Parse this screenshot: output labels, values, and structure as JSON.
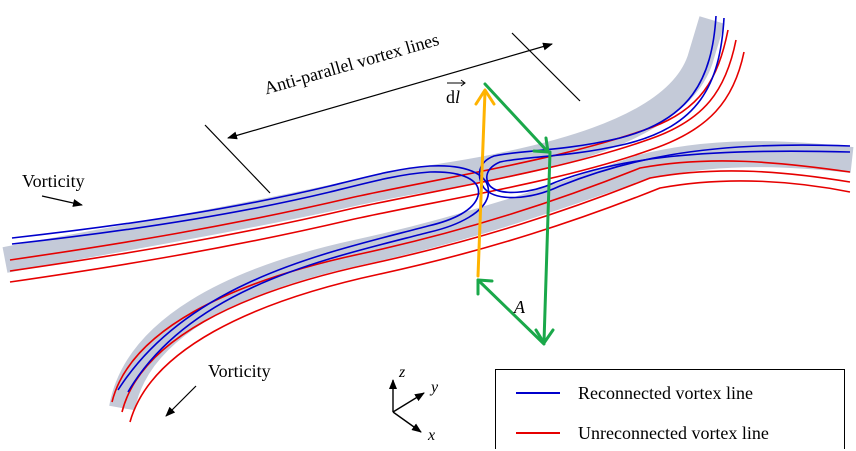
{
  "labels": {
    "anti_parallel": "Anti-parallel vortex lines",
    "dl_prefix": "d",
    "dl_var": "l",
    "vorticity_left": "Vorticity",
    "vorticity_bottom": "Vorticity",
    "area": "A",
    "axis_z": "z",
    "axis_y": "y",
    "axis_x": "x"
  },
  "legend": {
    "reconnected": "Reconnected vortex line",
    "unreconnected": "Unreconnected vortex line"
  },
  "colors": {
    "reconnected": "#0000cc",
    "unreconnected": "#e60000",
    "tube": "#c4cad8",
    "dl_arrow": "#ffb300",
    "area_arrow": "#1aa84a",
    "ink": "#000000"
  }
}
